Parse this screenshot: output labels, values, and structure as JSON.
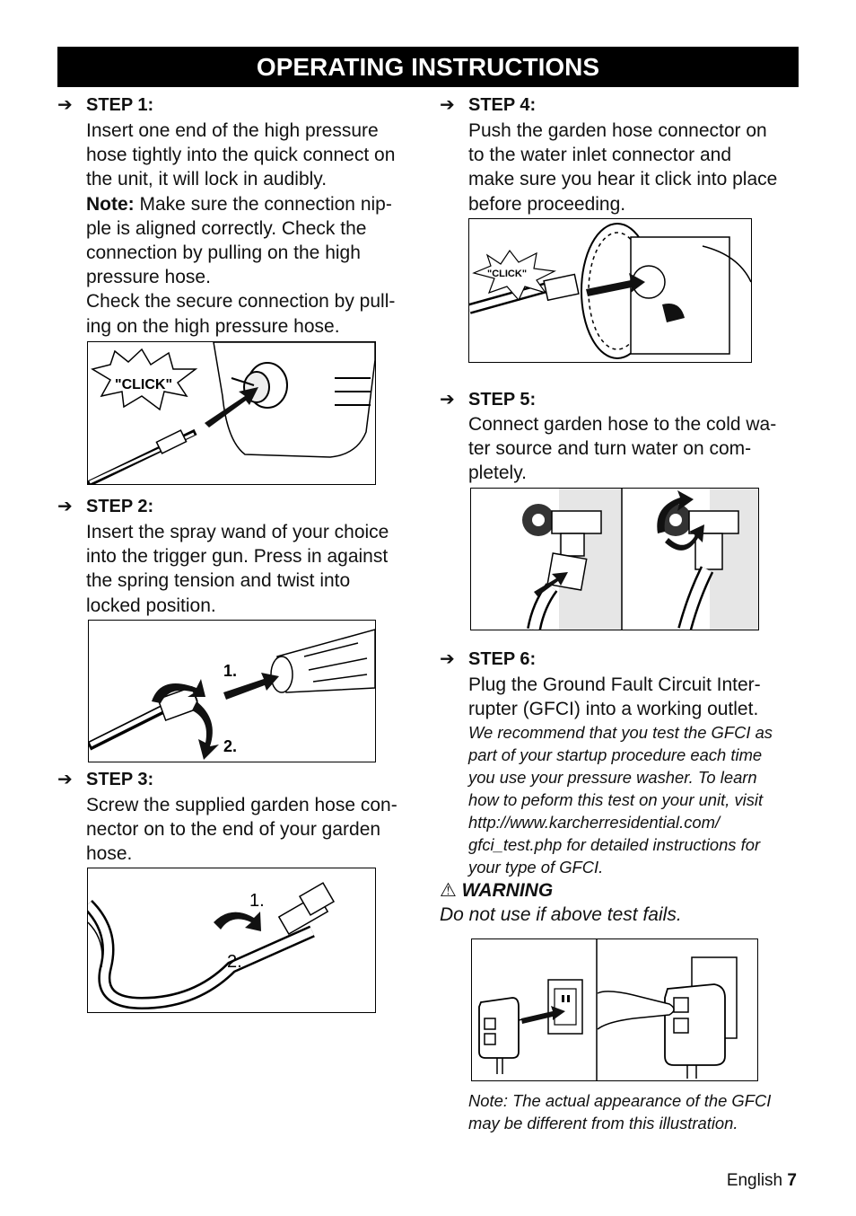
{
  "header": {
    "title": "OPERATING INSTRUCTIONS"
  },
  "arrow_glyph": "➔",
  "step1": {
    "heading": "STEP 1:",
    "lines": [
      "Insert one end of the high pressure",
      "hose tightly into the quick connect on",
      "the unit, it will lock in audibly."
    ],
    "note_label": "Note:",
    "note_first": " Make sure the connection nip-",
    "note_lines": [
      "ple is aligned correctly. Check the",
      "connection by pulling on the high",
      "pressure hose.",
      "Check the secure connection by pull-",
      "ing on the high pressure hose."
    ],
    "figure_text": "\"CLICK\""
  },
  "step2": {
    "heading": "STEP 2:",
    "lines": [
      "Insert the spray wand of your choice",
      "into the trigger gun. Press in against",
      "the spring tension and twist into",
      "locked position."
    ],
    "figure_label_1": "1.",
    "figure_label_2": "2."
  },
  "step3": {
    "heading": "STEP 3:",
    "lines": [
      "Screw the supplied garden hose con-",
      "nector on to the end of your garden",
      "hose."
    ],
    "figure_label_1": "1.",
    "figure_label_2": "2."
  },
  "step4": {
    "heading": "STEP 4:",
    "lines": [
      "Push the garden hose connector on",
      "to the water inlet connector and",
      "make sure you hear it click into place",
      "before proceeding."
    ],
    "figure_text": "\"CLICK\""
  },
  "step5": {
    "heading": "STEP 5:",
    "lines": [
      "Connect garden hose to the cold wa-",
      "ter source and turn water on com-",
      "pletely."
    ]
  },
  "step6": {
    "heading": "STEP 6:",
    "lines": [
      "Plug the Ground Fault Circuit Inter-",
      "rupter (GFCI) into a working outlet."
    ],
    "italic_lines": [
      "We recommend that you test the GFCI as",
      "part of your startup procedure each time",
      "you use your pressure washer. To learn",
      "how to peform this test on your unit, visit",
      "http://www.karcherresidential.com/",
      "gfci_test.php for detailed instructions for",
      "your type of GFCI."
    ]
  },
  "warning": {
    "icon": "⚠",
    "label": "WARNING",
    "text": "Do not use if above test fails."
  },
  "final_note": [
    "Note: The actual appearance of the GFCI",
    "may be different from this illustration."
  ],
  "footer": {
    "language": "English",
    "page": "7"
  }
}
